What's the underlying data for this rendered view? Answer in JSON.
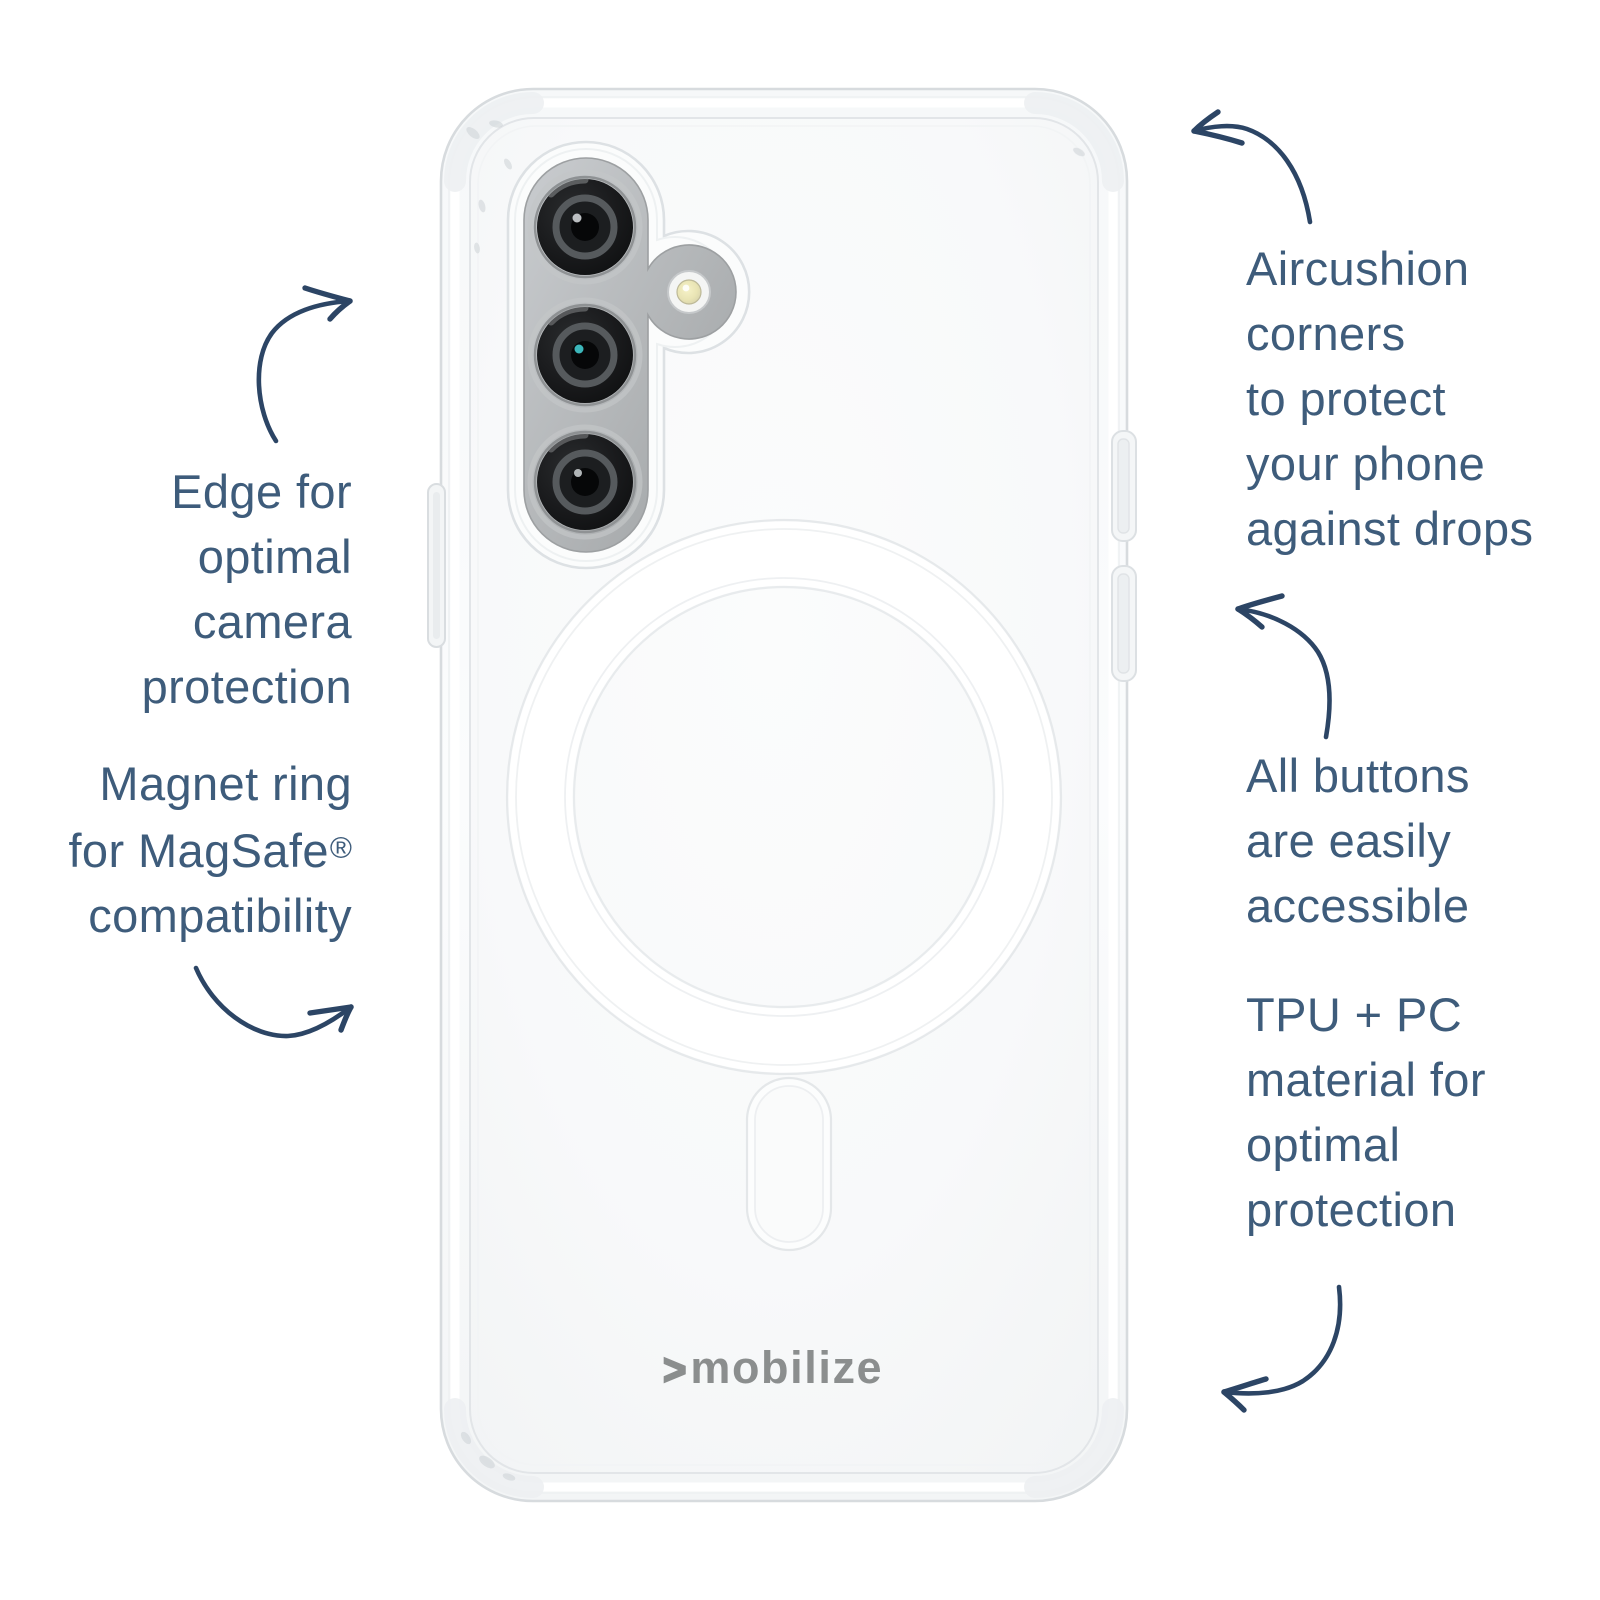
{
  "colors": {
    "background": "#ffffff",
    "annotation_text": "#3e5c7b",
    "arrow": "#2c4565",
    "logo": "#8b8e8e",
    "case_line": "#d9dde0",
    "camera_gray": "#b4b7b9"
  },
  "logo": {
    "chevron": ">",
    "name": "mobilize"
  },
  "annotations": {
    "left_top": {
      "lines": [
        "Edge for",
        "optimal",
        "camera",
        "protection"
      ]
    },
    "left_bottom": {
      "lines": [
        "Magnet ring",
        "for MagSafe",
        "compatibility"
      ],
      "trademark": "®"
    },
    "right_top": {
      "lines": [
        "Aircushion",
        "corners",
        "to protect",
        "your phone",
        "against drops"
      ]
    },
    "right_middle": {
      "lines": [
        "All buttons",
        "are easily",
        "accessible"
      ]
    },
    "right_bottom": {
      "lines": [
        "TPU + PC",
        "material for",
        "optimal",
        "protection"
      ]
    }
  }
}
